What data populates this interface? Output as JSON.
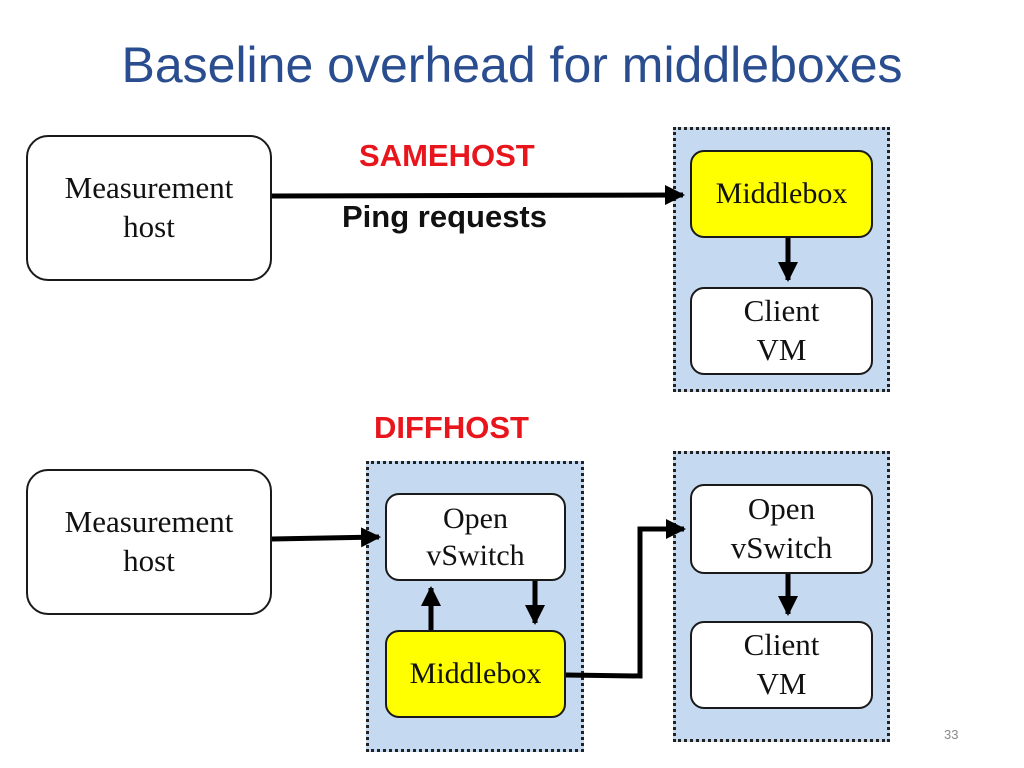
{
  "title": "Baseline overhead for middleboxes",
  "slide_number": "33",
  "colors": {
    "title": "#2a4d8f",
    "section_label": "#e8161c",
    "group_fill": "#c5d9f1",
    "middlebox_fill": "#ffff00"
  },
  "samehost": {
    "label": "SAMEHOST",
    "edge_label": "Ping requests",
    "measurement_host": {
      "line1": "Measurement",
      "line2": "host"
    },
    "middlebox": {
      "label": "Middlebox"
    },
    "client_vm": {
      "line1": "Client",
      "line2": "VM"
    }
  },
  "diffhost": {
    "label": "DIFFHOST",
    "measurement_host": {
      "line1": "Measurement",
      "line2": "host"
    },
    "left_host": {
      "ovs": {
        "line1": "Open",
        "line2": "vSwitch"
      },
      "middlebox": {
        "label": "Middlebox"
      }
    },
    "right_host": {
      "ovs": {
        "line1": "Open",
        "line2": "vSwitch"
      },
      "client_vm": {
        "line1": "Client",
        "line2": "VM"
      }
    }
  }
}
